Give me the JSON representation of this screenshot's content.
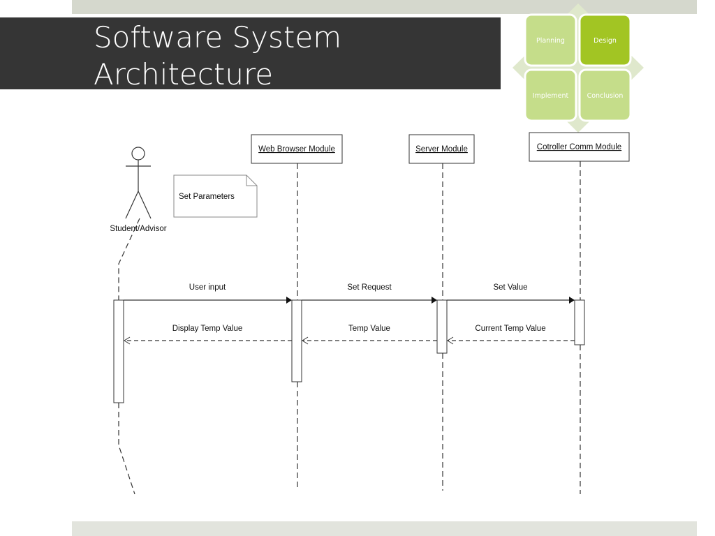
{
  "slide": {
    "title_line1": "Software System",
    "title_line2": "Architecture"
  },
  "nav_matrix": {
    "items": [
      {
        "label": "Planning",
        "active": false
      },
      {
        "label": "Design",
        "active": true
      },
      {
        "label": "Implement",
        "active": false
      },
      {
        "label": "Conclusion",
        "active": false
      }
    ],
    "colors": {
      "inactive": "#c5dd8a",
      "active": "#a2c523",
      "diamond": "#dfe8cc"
    }
  },
  "diagram": {
    "actor": {
      "label": "Student/Advisor"
    },
    "note": {
      "label": "Set Parameters"
    },
    "lifelines": [
      {
        "label": "Web Browser Module"
      },
      {
        "label": "Server Module"
      },
      {
        "label": "Cotroller Comm Module"
      }
    ],
    "messages": [
      {
        "label": "User input",
        "type": "sync"
      },
      {
        "label": "Set Request",
        "type": "sync"
      },
      {
        "label": "Set Value",
        "type": "sync"
      },
      {
        "label": "Display Temp Value",
        "type": "return"
      },
      {
        "label": "Temp Value",
        "type": "return"
      },
      {
        "label": "Current Temp Value",
        "type": "return"
      }
    ]
  }
}
